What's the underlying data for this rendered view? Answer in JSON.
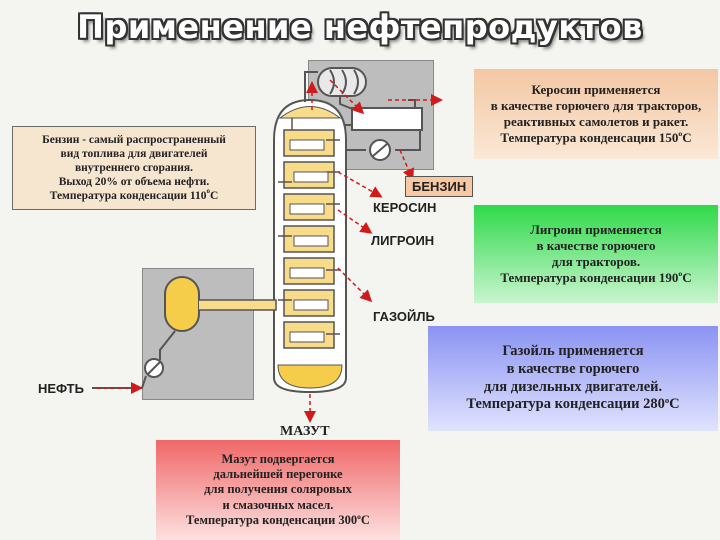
{
  "title": "Применение нефтепродуктов",
  "labels": {
    "benzin": "БЕНЗИН",
    "kerosin": "КЕРОСИН",
    "ligroin": "ЛИГРОИН",
    "gazoil": "ГАЗОЙЛЬ",
    "neft": "НЕФТЬ",
    "mazut": "МАЗУТ"
  },
  "boxes": {
    "benzin": {
      "lines": [
        "Бензин - самый распространенный",
        "вид топлива для двигателей",
        "внутреннего сгорания.",
        "Выход   20% от объема нефти."
      ],
      "temp": "Температура конденсации   110",
      "unit": "С",
      "deg": "о"
    },
    "kerosin": {
      "lines": [
        "Керосин применяется",
        "в качестве горючего для тракторов,",
        "реактивных самолетов и ракет."
      ],
      "temp": "Температура конденсации   150",
      "unit": "С",
      "deg": "о"
    },
    "ligroin": {
      "lines": [
        "Лигроин применяется",
        "в качестве горючего",
        "для тракторов."
      ],
      "temp": "Температура конденсации   190",
      "unit": "С",
      "deg": "о"
    },
    "gazoil": {
      "lines": [
        "Газойль применяется",
        "в качестве горючего",
        "для дизельных двигателей."
      ],
      "temp": "Температура конденсации   280",
      "unit": "С",
      "deg": "о"
    },
    "mazut": {
      "lines": [
        "Мазут подвергается",
        "дальнейшей перегонке",
        "для получения соляровых",
        "и смазочных масел."
      ],
      "temp": "Температура конденсации   300",
      "unit": "С",
      "deg": "о"
    }
  },
  "colors": {
    "pipe_fill": "#f8dc8a",
    "pipe_stroke": "#555555",
    "arrow": "#d11a1a",
    "benzin_label_bg": "#f7c9a3"
  }
}
